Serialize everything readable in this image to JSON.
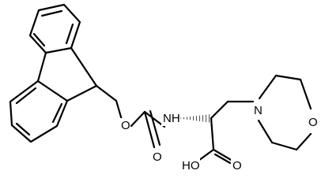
{
  "labels": {
    "ester_oxygen": "O",
    "nh": "NH",
    "carbonyl_oxygen": "O",
    "morpholine_nitrogen": "N",
    "morpholine_oxygen": "O",
    "acid_hydroxyl": "HO",
    "acid_oxygen": "O"
  },
  "colors": {
    "ink": "#000000",
    "background": "#ffffff"
  }
}
